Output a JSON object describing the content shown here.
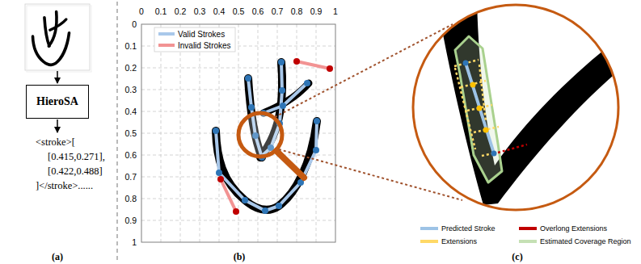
{
  "diagram": {
    "nodes": [
      {
        "text": [
          "HieroSA"
        ]
      }
    ],
    "labels": [
      "<stroke>[",
      "[0.415,0.271],",
      "[0.422,0.488]",
      "]</stroke>......",
      "(a)",
      "0",
      "0.1",
      "0.2",
      "0.3",
      "0.4",
      "0.5",
      "0.6",
      "0.7",
      "0.8",
      "0.9",
      "1",
      "0",
      "0.1",
      "0.2",
      "0.3",
      "0.4",
      "0.5",
      "0.6",
      "0.7",
      "0.8",
      "0.9",
      "1",
      "(b)",
      "(c)"
    ],
    "legend": [
      {
        "text": "Valid Strokes",
        "color": "#a9c8ea"
      },
      {
        "text": "Invalid Strokes",
        "color": "#f29393"
      },
      {
        "text": "Predicted Stroke",
        "color": "#9dc3e6"
      },
      {
        "text": "Overlong Extensions",
        "color": "#c00000"
      },
      {
        "text": "Extensions",
        "color": "#ffd966"
      },
      {
        "text": "Estimated Coverage Region",
        "color": "#c5e0b4"
      }
    ]
  }
}
